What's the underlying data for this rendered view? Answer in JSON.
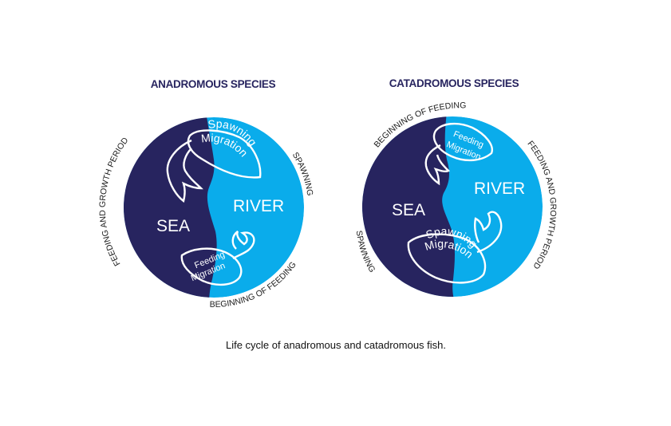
{
  "colors": {
    "sea": "#27245f",
    "river": "#0aaceb",
    "title": "#27245f",
    "outline": "#ffffff"
  },
  "anadromous": {
    "title": "ANADROMOUS SPECIES",
    "sea_label": "SEA",
    "river_label": "RIVER",
    "spawning_migration_line1": "Spawning",
    "spawning_migration_line2": "Migration",
    "feeding_migration_line1": "Feeding",
    "feeding_migration_line2": "Migration",
    "ring_feeding_growth": "FEEDING AND GROWTH PERIOD",
    "ring_spawning": "SPAWNING",
    "ring_beginning_feeding": "BEGINNING OF FEEDING"
  },
  "catadromous": {
    "title": "CATADROMOUS SPECIES",
    "sea_label": "SEA",
    "river_label": "RIVER",
    "feeding_migration_line1": "Feeding",
    "feeding_migration_line2": "Migration",
    "spawning_migration_line1": "Spawning",
    "spawning_migration_line2": "Migration",
    "ring_beginning_feeding": "BEGINNING OF FEEDING",
    "ring_feeding_growth": "FEEDING AND GROWTH PERIOD",
    "ring_spawning": "SPAWNING"
  },
  "caption": "Life cycle of anadromous and catadromous fish."
}
